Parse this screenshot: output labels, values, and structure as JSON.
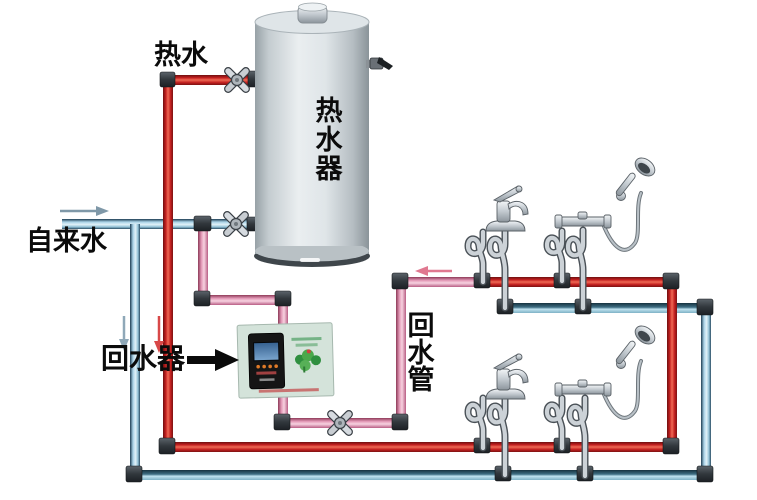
{
  "diagram": {
    "labels": {
      "hot_water": "热水",
      "tap_water": "自来水",
      "water_heater": "热水器",
      "return_device": "回水器",
      "return_pipe": "回水管"
    },
    "flow_arrows": {
      "tap_water_in": "right",
      "cold_branch_down": "down",
      "hot_branch_down": "down",
      "return_flow": "left"
    },
    "components": {
      "tank": "water-heater-tank",
      "controller": "return-water-controller",
      "valves": [
        "hot-outlet-valve",
        "cold-inlet-valve",
        "return-line-valve"
      ],
      "fixtures": [
        "basin-faucet-upper",
        "shower-set-upper",
        "basin-faucet-lower",
        "shower-set-lower"
      ]
    },
    "colors": {
      "hot_pipe": "#c82222",
      "cold_pipe": "#aed4e6",
      "cold_pipe_edge": "#25455c",
      "return_pipe": "#e8a8c4",
      "fitting": "#2b3034",
      "chrome": "#c9ced4",
      "tank_body": "#d6dde0",
      "controller_face": "#d4e3da",
      "controller_screen": "#4878b0",
      "label_text": "#0b0b0b"
    }
  }
}
